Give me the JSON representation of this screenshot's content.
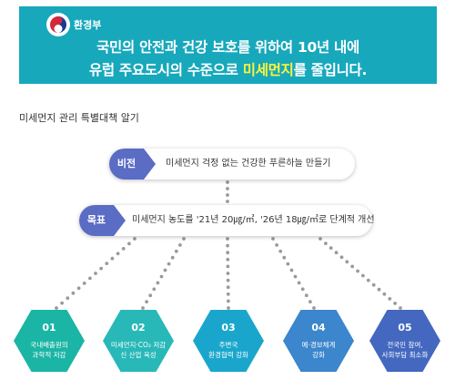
{
  "banner": {
    "logo_text": "환경부",
    "line1": "국민의 안전과 건강 보호를 위하여 10년 내에",
    "line2_before": "유럽 주요도시의 수준으로 ",
    "line2_highlight": "미세먼지",
    "line2_after": "를 줄입니다."
  },
  "section_title": "미세먼지 관리 특별대책 알기",
  "vision": {
    "label": "비전",
    "text": "미세먼지 걱정 없는 건강한 푸른하늘 만들기"
  },
  "goal": {
    "label": "목표",
    "text": "미세먼지 농도를 '21년 20㎍/㎥, '26년 18㎍/㎥로 단계적 개선"
  },
  "strategies": [
    {
      "num": "01",
      "line1": "국내배출원의",
      "line2": "과학적 저감",
      "color": "#1ab5a4"
    },
    {
      "num": "02",
      "line1": "미세먼지·CO₂ 저감",
      "line2": "신 산업 육성",
      "color": "#28b8b8"
    },
    {
      "num": "03",
      "line1": "주변국",
      "line2": "환경협력 강화",
      "color": "#1aa6cc"
    },
    {
      "num": "04",
      "line1": "예·경보체계",
      "line2": "강화",
      "color": "#3b86cc"
    },
    {
      "num": "05",
      "line1": "전국민 참여,",
      "line2": "사회부담 최소화",
      "color": "#4468c0"
    }
  ],
  "colors": {
    "banner": "#17a8bc",
    "highlight": "#fff33a",
    "label_bg": "#5b6cc4"
  }
}
